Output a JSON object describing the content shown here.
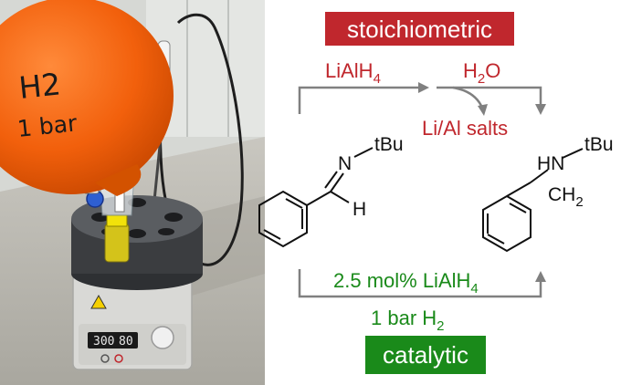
{
  "photo": {
    "balloon_text_line1": "H2",
    "balloon_text_line2": "1 bar",
    "display_left": "300",
    "display_right": "80",
    "colors": {
      "balloon": "#f2600c",
      "bench": "#b9b6ae",
      "wall": "#d6d8d4",
      "block": "#3b3d40",
      "plate": "#d9d9d6"
    }
  },
  "stoich": {
    "label": "stoichiometric",
    "color": "#c0272d",
    "reagent1": "LiAlH",
    "reagent1_sub": "4",
    "reagent2": "H",
    "reagent2_sub": "2",
    "reagent2_tail": "O",
    "byproduct": "Li/Al salts"
  },
  "reactant": {
    "tbu": "tBu",
    "n": "N",
    "h": "H"
  },
  "product": {
    "hn": "HN",
    "tbu": "tBu",
    "ch": "CH",
    "ch_sub": "2"
  },
  "catalytic": {
    "label": "catalytic",
    "color": "#1a8a1a",
    "loading": "2.5 mol% LiAlH",
    "loading_sub": "4",
    "pressure": "1 bar H",
    "pressure_sub": "2"
  },
  "arrow_color": "#808080"
}
